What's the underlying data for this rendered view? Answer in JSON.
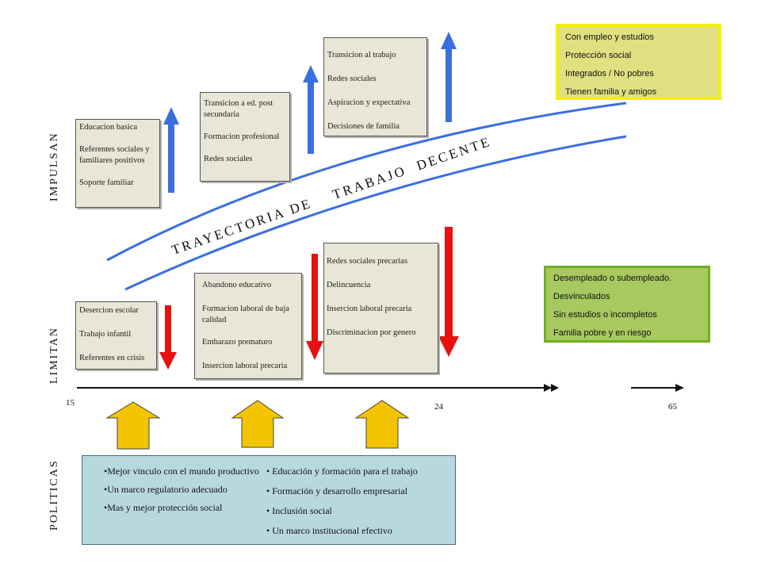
{
  "side_labels": {
    "impulsan": "IMPULSAN",
    "limitan": "LIMITAN",
    "politicas": "POLITICAS"
  },
  "trajectory_title": "TRAYECTORIA DE    TRABAJO  DECENTE",
  "impulsan_boxes": [
    {
      "items": [
        "Educacion basica",
        "Referentes sociales y familiares positivos",
        "Soporte familiar"
      ]
    },
    {
      "items": [
        "Transicion a ed. post secundaria",
        "Formacion profesional",
        "Redes sociales"
      ]
    },
    {
      "items": [
        "Transicion al trabajo",
        "Redes sociales",
        "Aspiracion y expectativa",
        "Decisiones de familia"
      ]
    }
  ],
  "limitan_boxes": [
    {
      "items": [
        "Desercion escolar",
        "Trabajo infantil",
        "Referentes en crisis"
      ]
    },
    {
      "items": [
        "Abandono educativo",
        "Formacion laboral de baja calidad",
        "Embarazo prematuro",
        "Insercion laboral precaria"
      ]
    },
    {
      "items": [
        "Redes sociales precarias",
        "Delincuencia",
        "Insercion laboral precaria",
        "Discriminacion por genero"
      ]
    }
  ],
  "outcome_positive": {
    "items": [
      "Con empleo y estudios",
      "Protección social",
      "Integrados / No pobres",
      "Tienen familia y amigos"
    ],
    "color": "#e0e080",
    "border": "#f0f000"
  },
  "outcome_negative": {
    "items": [
      "Desempleado o subempleado.",
      "Desvinculados",
      "Sin estudios o  incompletos",
      "Familia pobre y en riesgo"
    ],
    "color": "#a8c860",
    "border": "#70b020"
  },
  "axis": {
    "labels": [
      "15",
      "24",
      "65"
    ]
  },
  "policies": {
    "left": [
      "•Mejor vinculo con el mundo productivo",
      "•Un marco regulatorio adecuado",
      "•Mas y mejor protección social"
    ],
    "right": [
      "• Educación y formación para el trabajo",
      "• Formación y desarrollo empresarial",
      "• Inclusión social",
      "• Un marco institucional efectivo"
    ]
  },
  "colors": {
    "up_arrow": "#3a6fe0",
    "down_arrow": "#e81010",
    "policy_arrow": "#f5c400",
    "curve": "#3a6fe0"
  }
}
